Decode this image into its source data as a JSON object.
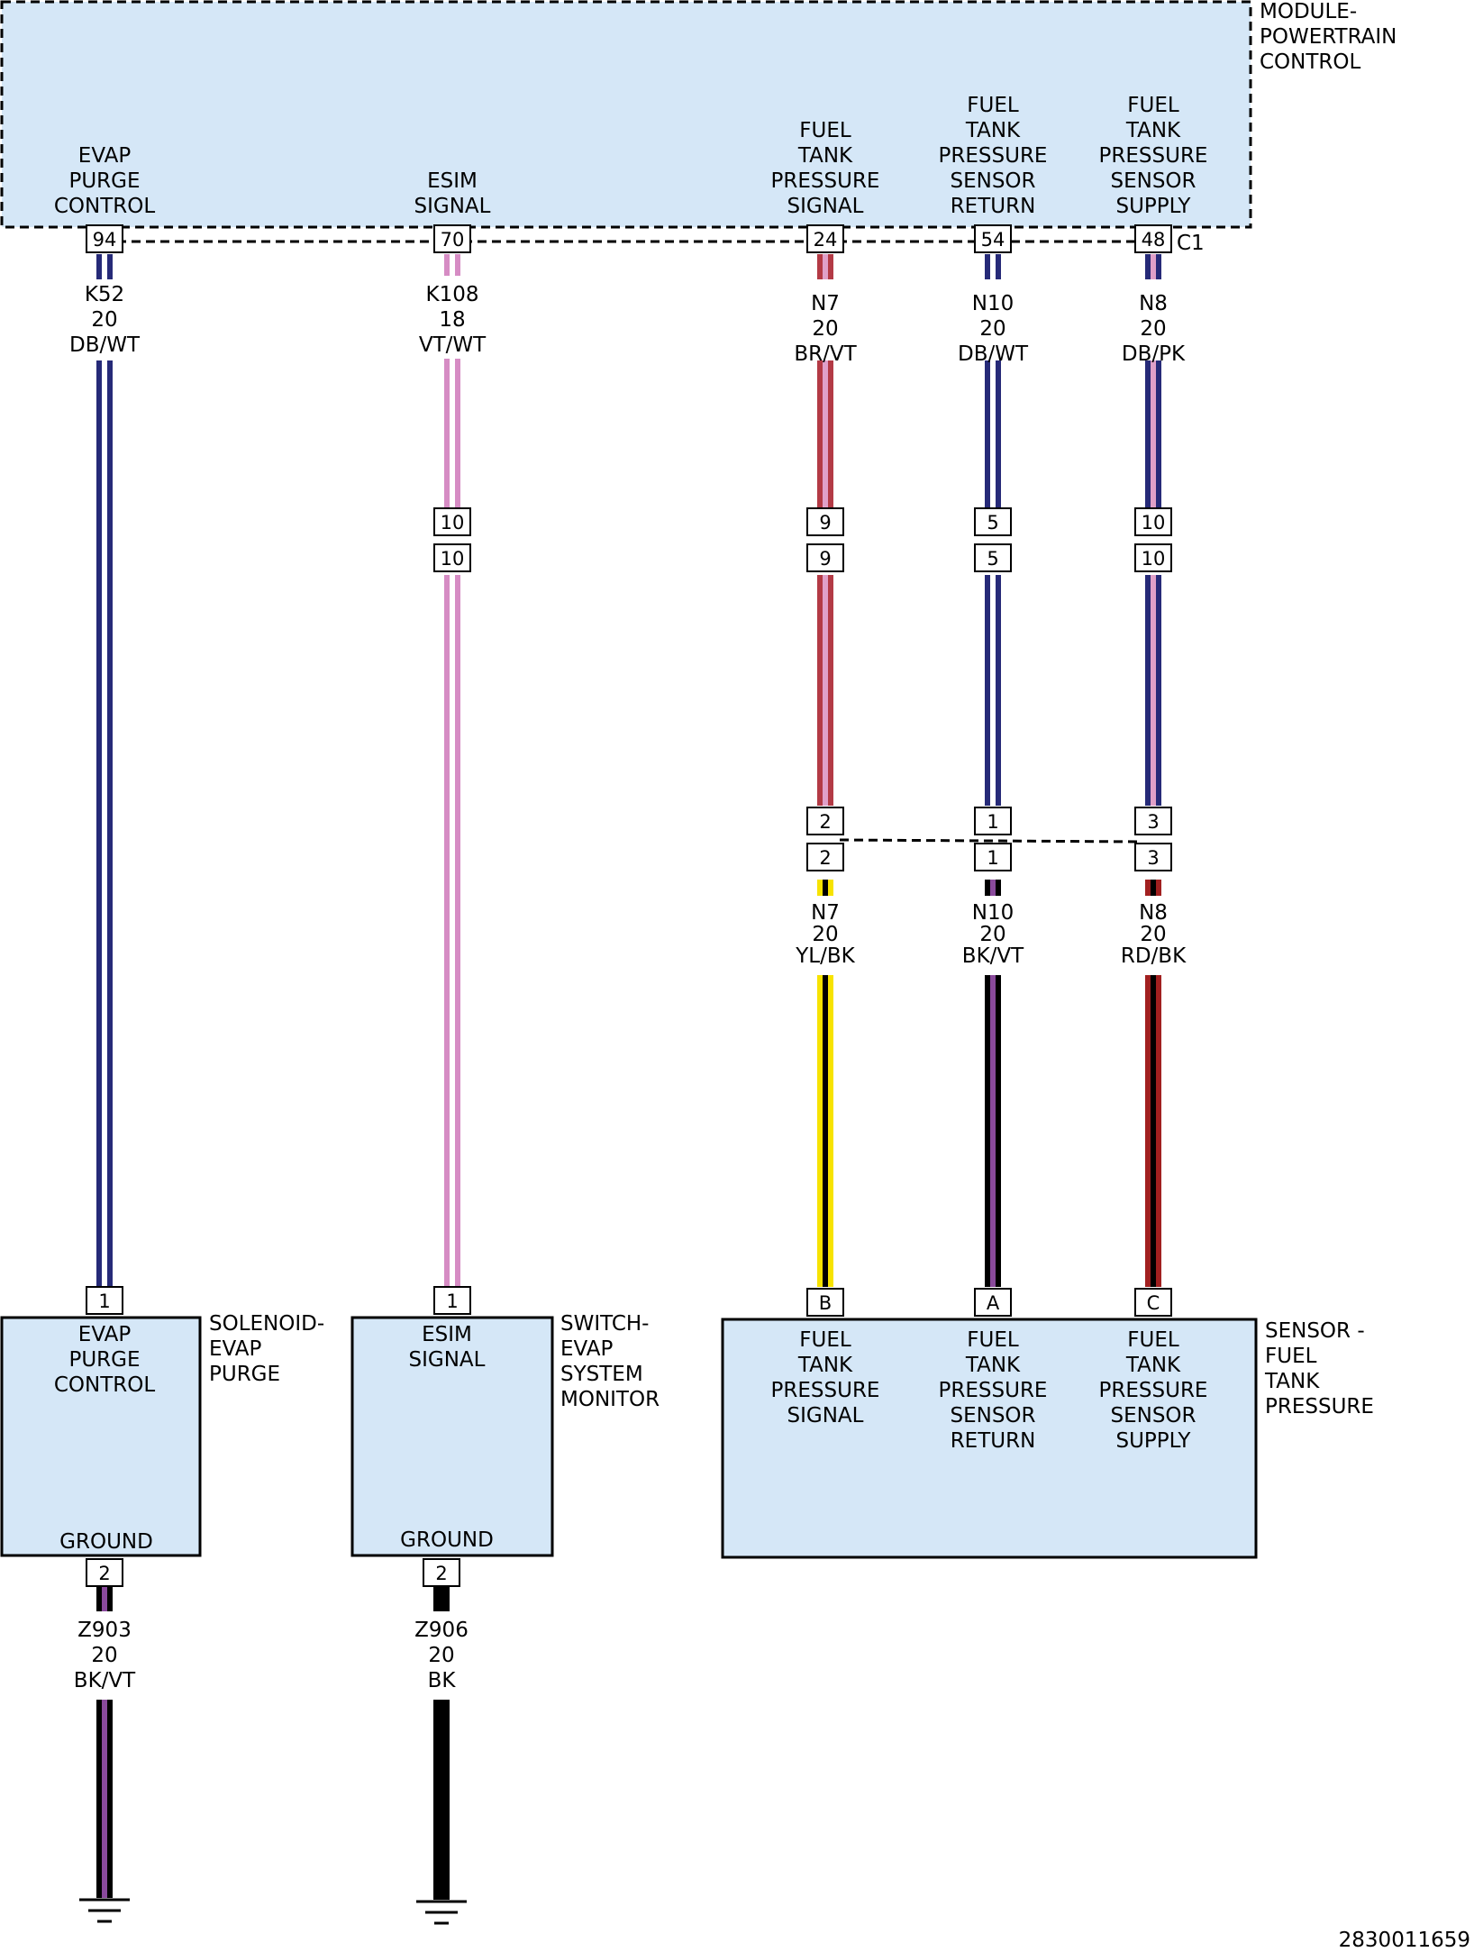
{
  "diagram_id": "2830011659",
  "colors": {
    "component_fill": "#d5e7f7",
    "DB": "#262a78",
    "VT": "#8a4a9c",
    "VT_light": "#d68cc4",
    "BR": "#b33a45",
    "PK": "#e0a0c8",
    "YL": "#f7e300",
    "BK": "#000000",
    "RD": "#a12020",
    "WT": "#ffffff"
  },
  "pcm": {
    "name": [
      "MODULE-",
      "POWERTRAIN",
      "CONTROL"
    ],
    "connector": "C1",
    "pins": [
      {
        "pin": "94",
        "label": [
          "EVAP",
          "PURGE",
          "CONTROL"
        ]
      },
      {
        "pin": "70",
        "label": [
          "ESIM",
          "SIGNAL"
        ]
      },
      {
        "pin": "24",
        "label": [
          "FUEL",
          "TANK",
          "PRESSURE",
          "SIGNAL"
        ]
      },
      {
        "pin": "54",
        "label": [
          "FUEL",
          "TANK",
          "PRESSURE",
          "SENSOR",
          "RETURN"
        ]
      },
      {
        "pin": "48",
        "label": [
          "FUEL",
          "TANK",
          "PRESSURE",
          "SENSOR",
          "SUPPLY"
        ]
      }
    ]
  },
  "circuits_upper": [
    {
      "circuit": "K52",
      "gauge": "20",
      "color": "DB/WT"
    },
    {
      "circuit": "K108",
      "gauge": "18",
      "color": "VT/WT"
    },
    {
      "circuit": "N7",
      "gauge": "20",
      "color": "BR/VT"
    },
    {
      "circuit": "N10",
      "gauge": "20",
      "color": "DB/WT"
    },
    {
      "circuit": "N8",
      "gauge": "20",
      "color": "DB/PK"
    }
  ],
  "inline_connector_1": [
    "10",
    "9",
    "5",
    "10"
  ],
  "inline_connector_2": [
    "2",
    "1",
    "3"
  ],
  "circuits_lower": [
    {
      "circuit": "N7",
      "gauge": "20",
      "color": "YL/BK"
    },
    {
      "circuit": "N10",
      "gauge": "20",
      "color": "BK/VT"
    },
    {
      "circuit": "N8",
      "gauge": "20",
      "color": "RD/BK"
    }
  ],
  "solenoid": {
    "name": [
      "SOLENOID-",
      "EVAP",
      "PURGE"
    ],
    "in_pin": "1",
    "gnd_pin": "2",
    "signal_label": [
      "EVAP",
      "PURGE",
      "CONTROL"
    ],
    "ground_label": "GROUND"
  },
  "switch": {
    "name": [
      "SWITCH-",
      "EVAP",
      "SYSTEM",
      "MONITOR"
    ],
    "in_pin": "1",
    "gnd_pin": "2",
    "signal_label": [
      "ESIM",
      "SIGNAL"
    ],
    "ground_label": "GROUND"
  },
  "sensor": {
    "name": [
      "SENSOR -",
      "FUEL",
      "TANK",
      "PRESSURE"
    ],
    "pins": [
      {
        "pin": "B",
        "label": [
          "FUEL",
          "TANK",
          "PRESSURE",
          "SIGNAL"
        ]
      },
      {
        "pin": "A",
        "label": [
          "FUEL",
          "TANK",
          "PRESSURE",
          "SENSOR",
          "RETURN"
        ]
      },
      {
        "pin": "C",
        "label": [
          "FUEL",
          "TANK",
          "PRESSURE",
          "SENSOR",
          "SUPPLY"
        ]
      }
    ]
  },
  "grounds": [
    {
      "circuit": "Z903",
      "gauge": "20",
      "color": "BK/VT"
    },
    {
      "circuit": "Z906",
      "gauge": "20",
      "color": "BK"
    }
  ]
}
